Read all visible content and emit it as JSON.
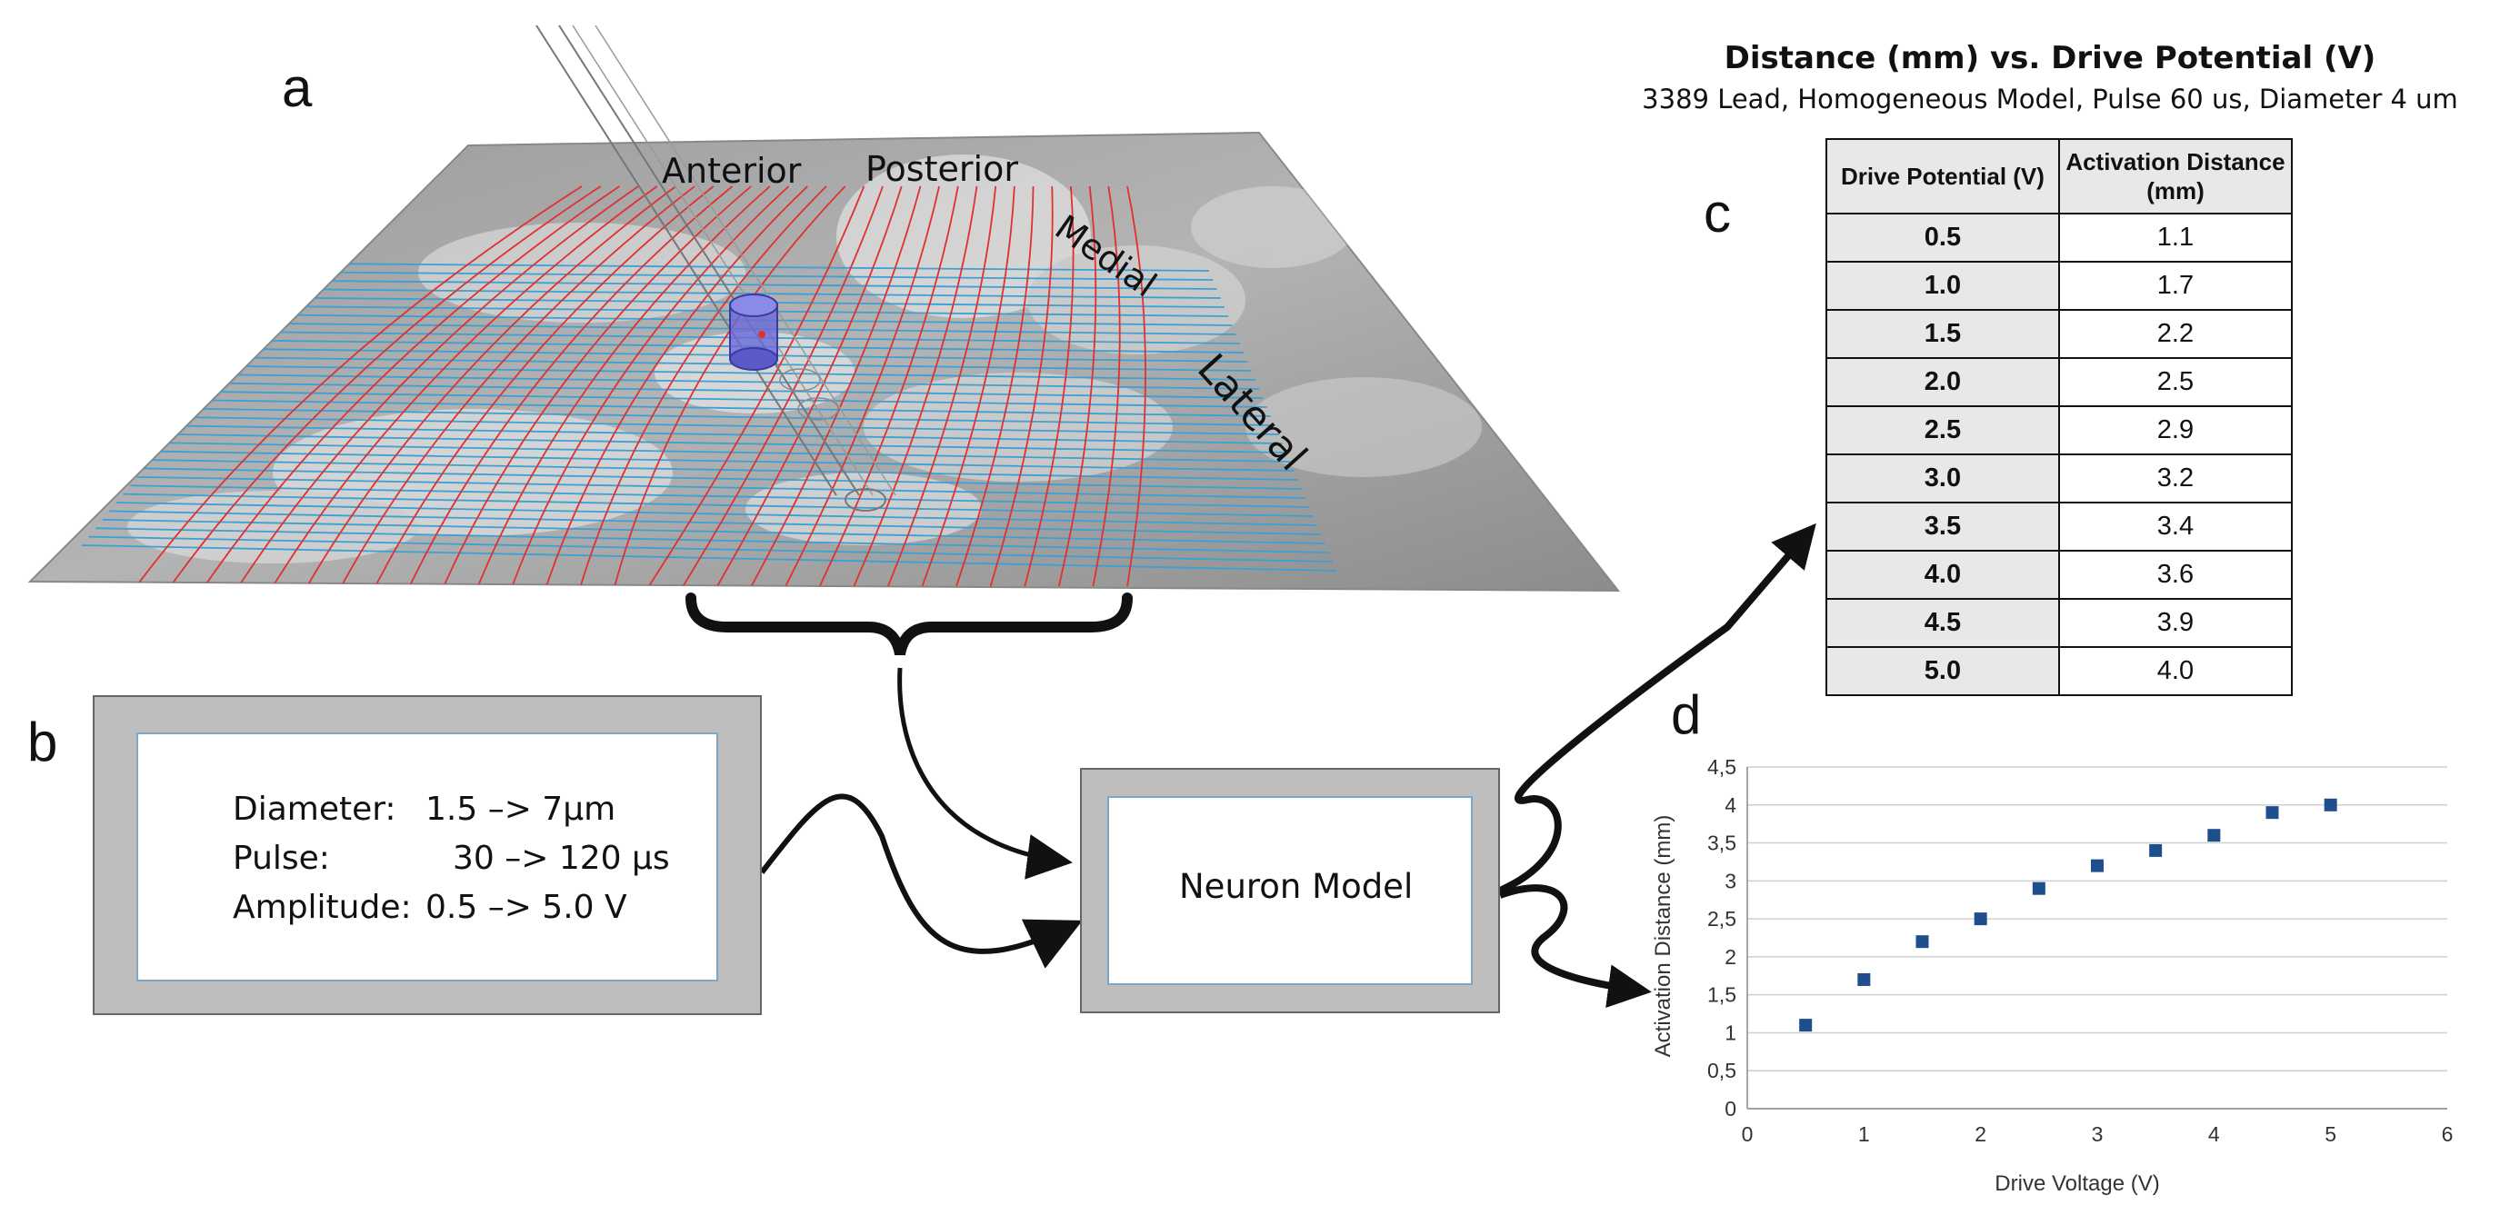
{
  "panel_labels": {
    "a": "a",
    "b": "b",
    "c": "c",
    "d": "d"
  },
  "directions": {
    "anterior": "Anterior",
    "posterior": "Posterior",
    "medial": "Medial",
    "lateral": "Lateral"
  },
  "parameters": [
    {
      "name": "Diameter:",
      "value": "1.5 –> 7µm"
    },
    {
      "name": "Pulse:",
      "value": "30 –> 120 µs"
    },
    {
      "name": "Amplitude:",
      "value": "0.5 –> 5.0 V"
    }
  ],
  "neuron_model_label": "Neuron Model",
  "table": {
    "title": "Distance (mm) vs. Drive Potential (V)",
    "subtitle": "3389 Lead, Homogeneous Model, Pulse 60  us, Diameter  4 um",
    "headers": [
      "Drive Potential (V)",
      "Activation Distance (mm)"
    ],
    "rows": [
      [
        "0.5",
        "1.1"
      ],
      [
        "1.0",
        "1.7"
      ],
      [
        "1.5",
        "2.2"
      ],
      [
        "2.0",
        "2.5"
      ],
      [
        "2.5",
        "2.9"
      ],
      [
        "3.0",
        "3.2"
      ],
      [
        "3.5",
        "3.4"
      ],
      [
        "4.0",
        "3.6"
      ],
      [
        "4.5",
        "3.9"
      ],
      [
        "5.0",
        "4.0"
      ]
    ]
  },
  "chart_data": {
    "type": "scatter",
    "title": "",
    "xlabel": "Drive Voltage (V)",
    "ylabel": "Activation Distance (mm)",
    "x": [
      0.5,
      1,
      1.5,
      2,
      2.5,
      3,
      3.5,
      4,
      4.5,
      5
    ],
    "y": [
      1.1,
      1.7,
      2.2,
      2.5,
      2.9,
      3.2,
      3.4,
      3.6,
      3.9,
      4.0
    ],
    "xlim": [
      0,
      6
    ],
    "ylim": [
      0,
      4.5
    ],
    "x_ticks": [
      "0",
      "1",
      "2",
      "3",
      "4",
      "5",
      "6"
    ],
    "y_ticks": [
      "0",
      "0,5",
      "1",
      "1,5",
      "2",
      "2,5",
      "3",
      "3,5",
      "4",
      "4,5"
    ],
    "grid": "horizontal",
    "marker_color": "#1f4e8c"
  },
  "colors": {
    "fiber_red": "#e03030",
    "fiber_blue": "#3aa0d8",
    "box_gray": "#bdbdbd",
    "box_inner_border": "#7aa6c8",
    "contact_blue": "#6a6ad8"
  }
}
